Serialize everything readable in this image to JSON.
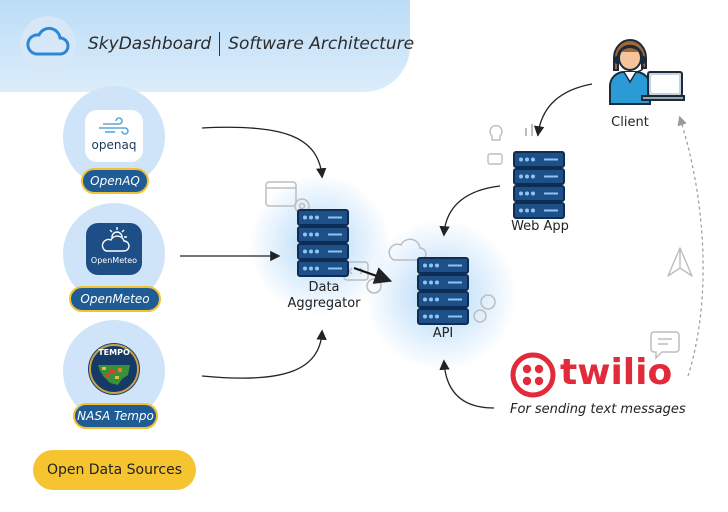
{
  "header": {
    "app_name": "SkyDashboard",
    "subtitle": "Software Architecture",
    "icon": "cloud-icon"
  },
  "sources": [
    {
      "name": "OpenAQ",
      "logo_text": "openaq",
      "icon": "openaq-logo"
    },
    {
      "name": "OpenMeteo",
      "logo_text": "OpenMeteo",
      "icon": "openmeteo-logo"
    },
    {
      "name": "NASA Tempo",
      "logo_text": "TEMPO",
      "icon": "tempo-logo"
    }
  ],
  "open_data_sources_label": "Open Data Sources",
  "nodes": {
    "aggregator": {
      "label_line1": "Data",
      "label_line2": "Aggregator",
      "icon": "server-icon"
    },
    "api": {
      "label": "API",
      "icon": "server-icon"
    },
    "webapp": {
      "label": "Web App",
      "icon": "server-icon"
    },
    "client": {
      "label": "Client",
      "icon": "person-laptop-icon"
    }
  },
  "twilio": {
    "brand": "twilio",
    "caption": "For sending text messages"
  },
  "colors": {
    "pill_bg": "#1f5c96",
    "pill_border": "#f2c232",
    "accent_yellow": "#f6c431",
    "twilio_red": "#e22b3a",
    "server_blue": "#1e4f86",
    "header_bg": "#bcdcf6"
  }
}
